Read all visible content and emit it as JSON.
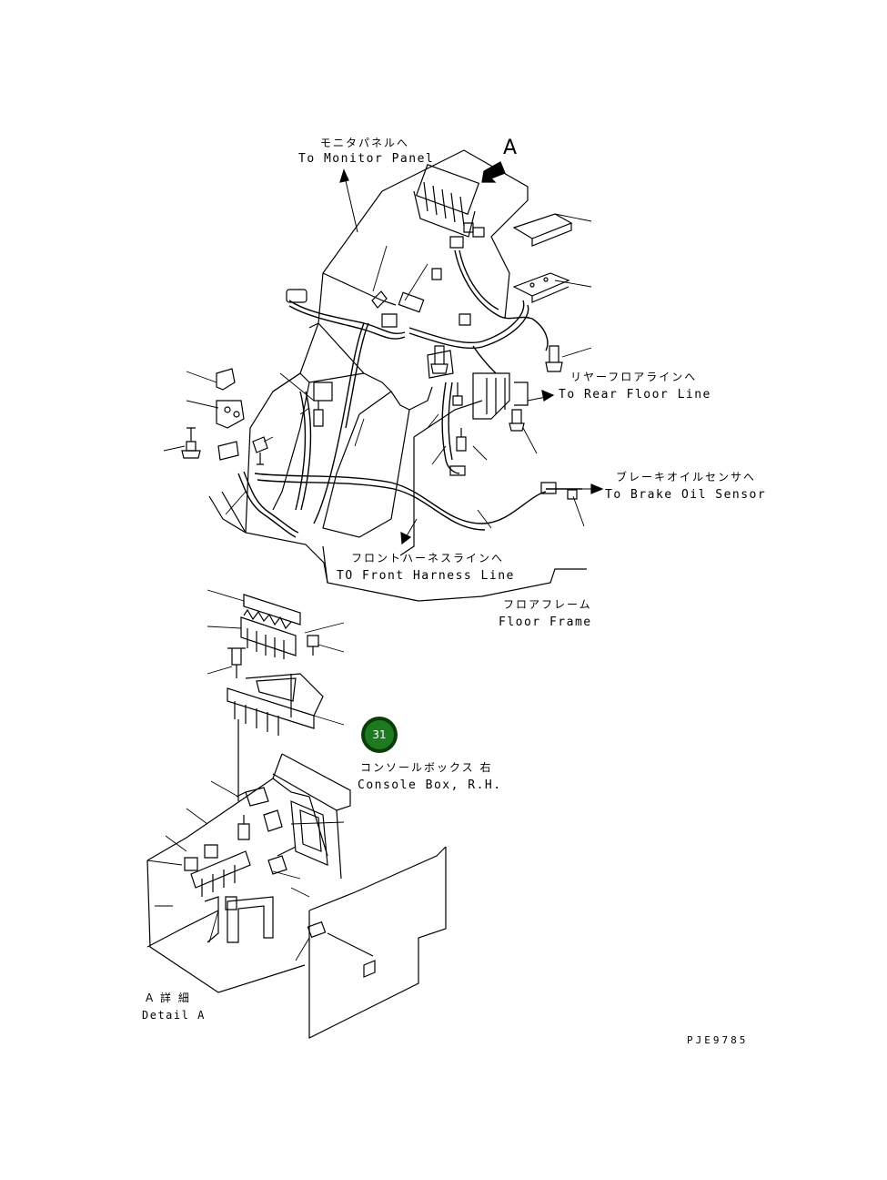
{
  "callouts": {
    "monitor_panel_jp": "モニタパネルへ",
    "monitor_panel_en": "To Monitor Panel",
    "view_marker": "A",
    "rear_floor_jp": "リヤーフロアラインへ",
    "rear_floor_en": "To Rear Floor Line",
    "brake_sensor_jp": "ブレーキオイルセンサへ",
    "brake_sensor_en": "To Brake Oil Sensor",
    "front_harness_jp": "フロントハーネスラインへ",
    "front_harness_en": "TO Front Harness Line",
    "floor_frame_jp": "フロアフレーム",
    "floor_frame_en": "Floor Frame",
    "console_box_jp": "コンソールボックス 右",
    "console_box_en": "Console Box, R.H.",
    "detail_jp": "A 詳 細",
    "detail_en": "Detail A"
  },
  "badge": {
    "number": "31",
    "color": "#1e7a1e"
  },
  "drawing_code": "PJE9785"
}
